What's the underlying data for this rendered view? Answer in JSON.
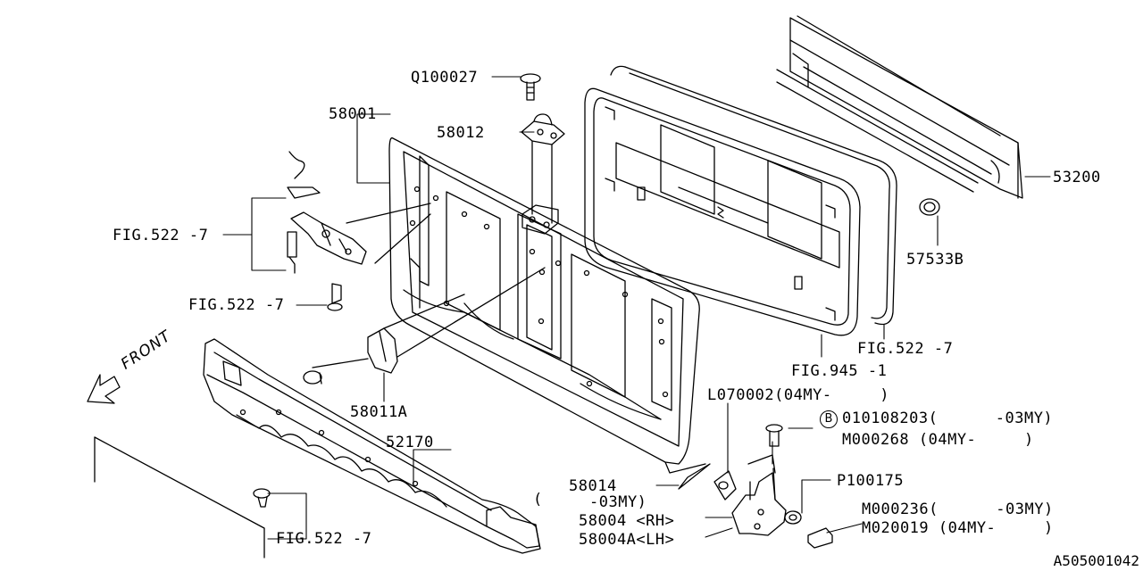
{
  "diagram_id": "A505001042",
  "front_arrow_text": "FRONT",
  "bullet_symbol": "B",
  "parts": [
    {
      "key": "p_Q100027",
      "text": "Q100027"
    },
    {
      "key": "p_58001",
      "text": "58001"
    },
    {
      "key": "p_58012",
      "text": "58012"
    },
    {
      "key": "p_fig522_a",
      "text": "FIG.522 -7"
    },
    {
      "key": "p_fig522_b",
      "text": "FIG.522 -7"
    },
    {
      "key": "p_58011A",
      "text": "58011A"
    },
    {
      "key": "p_52170",
      "text": "52170"
    },
    {
      "key": "p_fig522_c",
      "text": "FIG.522 -7"
    },
    {
      "key": "p_53200",
      "text": "53200"
    },
    {
      "key": "p_57533B",
      "text": "57533B"
    },
    {
      "key": "p_fig522_d",
      "text": "FIG.522 -7"
    },
    {
      "key": "p_fig945",
      "text": "FIG.945 -1"
    },
    {
      "key": "p_L070002",
      "text": "L070002(04MY-     )"
    },
    {
      "key": "p_010108203",
      "text": "010108203(      -03MY)"
    },
    {
      "key": "p_M000268",
      "text": "M000268 (04MY-     )"
    },
    {
      "key": "p_P100175",
      "text": "P100175"
    },
    {
      "key": "p_M000236",
      "text": "M000236(      -03MY)"
    },
    {
      "key": "p_M020019",
      "text": "M020019 (04MY-     )"
    },
    {
      "key": "p_58014",
      "text": "58014"
    },
    {
      "key": "p_58014_note",
      "text": "-03MY)"
    },
    {
      "key": "p_58004",
      "text": "58004 <RH>"
    },
    {
      "key": "p_58004A",
      "text": "58004A<LH>"
    },
    {
      "key": "p_paren",
      "text": "("
    }
  ]
}
